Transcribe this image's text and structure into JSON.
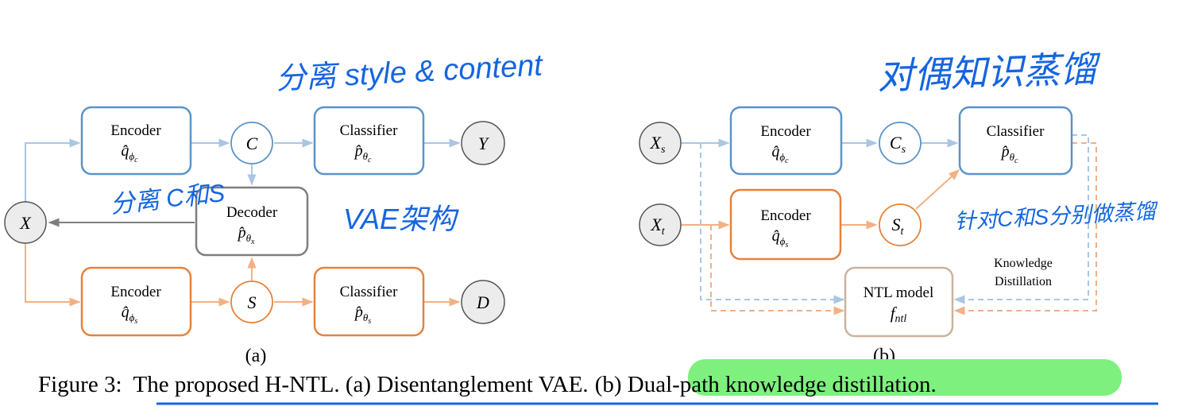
{
  "colors": {
    "blue": "#5b93c8",
    "light_blue": "#a9c6e3",
    "orange": "#e6823c",
    "light_orange": "#f2b084",
    "gray": "#7f7f7f",
    "tan": "#c9b49a",
    "node_fill": "#ececec",
    "ink_blue": "#1565e0",
    "highlight": "#7ef07e"
  },
  "panel_a": {
    "label": "(a)",
    "encoder_c": {
      "title": "Encoder",
      "sub": "q̂",
      "subscript": "ϕ",
      "subscript2": "c"
    },
    "encoder_s": {
      "title": "Encoder",
      "sub": "q̂",
      "subscript": "ϕ",
      "subscript2": "s"
    },
    "classifier_c": {
      "title": "Classifier",
      "sub": "p̂",
      "subscript": "θ",
      "subscript2": "c"
    },
    "classifier_s": {
      "title": "Classifier",
      "sub": "p̂",
      "subscript": "θ",
      "subscript2": "s"
    },
    "decoder": {
      "title": "Decoder",
      "sub": "p̂",
      "subscript": "θ",
      "subscript2": "x"
    },
    "node_x": "X",
    "node_c": "C",
    "node_s": "S",
    "node_y": "Y",
    "node_d": "D",
    "note_top": "分离 style & content",
    "note_left": "分离 C和S",
    "note_right": "VAE架构"
  },
  "panel_b": {
    "label": "(b)",
    "encoder_c": {
      "title": "Encoder",
      "sub": "q̂",
      "subscript": "ϕ",
      "subscript2": "c"
    },
    "encoder_s": {
      "title": "Encoder",
      "sub": "q̂",
      "subscript": "ϕ",
      "subscript2": "s"
    },
    "classifier": {
      "title": "Classifier",
      "sub": "p̂",
      "subscript": "θ",
      "subscript2": "c"
    },
    "ntl": {
      "title": "NTL model",
      "sub": "f",
      "subscript": "ntl"
    },
    "node_xs": {
      "base": "X",
      "sub": "s"
    },
    "node_xt": {
      "base": "X",
      "sub": "t"
    },
    "node_cs": {
      "base": "C",
      "sub": "s"
    },
    "node_st": {
      "base": "S",
      "sub": "t"
    },
    "kd_line1": "Knowledge",
    "kd_line2": "Distillation",
    "note_top": "对偶知识蒸馏",
    "note_right": "针对C和S分别做蒸馏"
  },
  "caption": {
    "prefix": "Figure 3:",
    "part1": "The proposed H-NTL. (a) Disentanglement VAE.",
    "part2": "(b) Dual-path knowledge distillation."
  }
}
